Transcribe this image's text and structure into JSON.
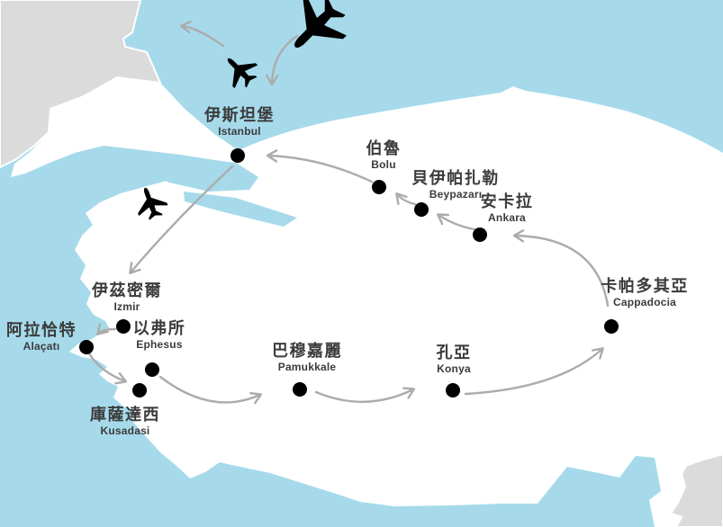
{
  "map": {
    "type": "travel-itinerary-map",
    "colors": {
      "sea": "#A6DAEB",
      "turkey_land": "#FFFFFF",
      "foreign_land": "#DBDBDB",
      "route_arrow": "#ACACAC",
      "city_marker": "#000000",
      "label_text": "#3B3B3B"
    }
  },
  "icons": {
    "airplane": "airplane-icon",
    "airplane_count": 3,
    "city_marker": "black-dot-marker"
  },
  "cities": [
    {
      "id": "istanbul",
      "zh": "伊斯坦堡",
      "en": "Istanbul"
    },
    {
      "id": "bolu",
      "zh": "伯魯",
      "en": "Bolu"
    },
    {
      "id": "beypazari",
      "zh": "貝伊帕扎勒",
      "en": "Beypazarı"
    },
    {
      "id": "ankara",
      "zh": "安卡拉",
      "en": "Ankara"
    },
    {
      "id": "cappadocia",
      "zh": "卡帕多其亞",
      "en": "Cappadocia"
    },
    {
      "id": "konya",
      "zh": "孔亞",
      "en": "Konya"
    },
    {
      "id": "pamukkale",
      "zh": "巴穆嘉麗",
      "en": "Pamukkale"
    },
    {
      "id": "kusadasi",
      "zh": "庫薩達西",
      "en": "Kusadasi"
    },
    {
      "id": "ephesus",
      "zh": "以弗所",
      "en": "Ephesus"
    },
    {
      "id": "izmir",
      "zh": "伊茲密爾",
      "en": "Izmir"
    },
    {
      "id": "alacati",
      "zh": "阿拉恰特",
      "en": "Alaçatı"
    }
  ],
  "routes": [
    {
      "from": "Istanbul",
      "to": "Izmir"
    },
    {
      "from": "Izmir",
      "to": "Alaçatı"
    },
    {
      "from": "Alaçatı",
      "to": "Kusadasi"
    },
    {
      "from": "Ephesus",
      "to": "Pamukkale"
    },
    {
      "from": "Pamukkale",
      "to": "Konya"
    },
    {
      "from": "Konya",
      "to": "Cappadocia"
    },
    {
      "from": "Cappadocia",
      "to": "Ankara"
    },
    {
      "from": "Ankara",
      "to": "Beypazarı"
    },
    {
      "from": "Beypazarı",
      "to": "Bolu"
    },
    {
      "from": "Bolu",
      "to": "Istanbul"
    },
    {
      "from": "flight-arrival-plane",
      "to": "Istanbul area"
    },
    {
      "from": "Istanbul area",
      "to": "flight-departure-northwest"
    }
  ]
}
